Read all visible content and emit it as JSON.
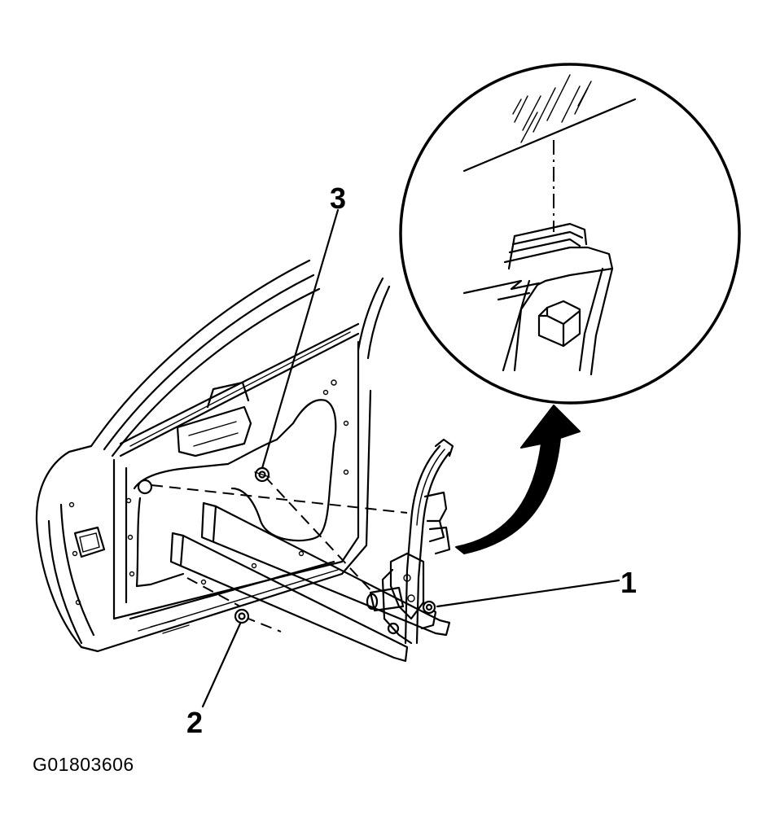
{
  "figure": {
    "id_label": "G01803606",
    "callouts": {
      "c1": "1",
      "c2": "2",
      "c3": "3"
    }
  }
}
